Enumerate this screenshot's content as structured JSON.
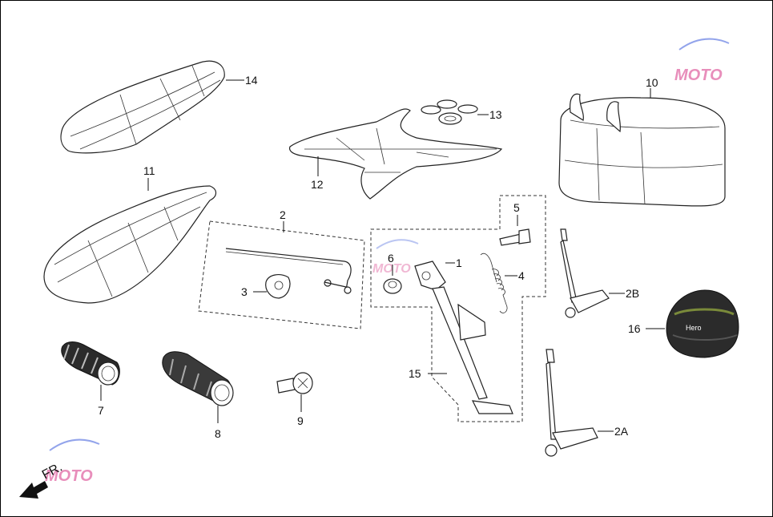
{
  "labels": {
    "p14": "14",
    "p10": "10",
    "p13": "13",
    "p12": "12",
    "p11": "11",
    "p2": "2",
    "p5": "5",
    "p6": "6",
    "p1": "1",
    "p4": "4",
    "p3": "3",
    "p2b": "2B",
    "p16": "16",
    "p15": "15",
    "p7": "7",
    "p8": "8",
    "p9": "9",
    "p2a": "2A"
  },
  "direction_label": "FR.",
  "helmet_text": "Hero",
  "watermark_text": "MOTO",
  "colors": {
    "line": "#222222",
    "helmet": "#1a1a1a",
    "accent": "#7a8a3a",
    "watermark_pink": "#d63384",
    "watermark_blue": "#3b5bdb"
  }
}
